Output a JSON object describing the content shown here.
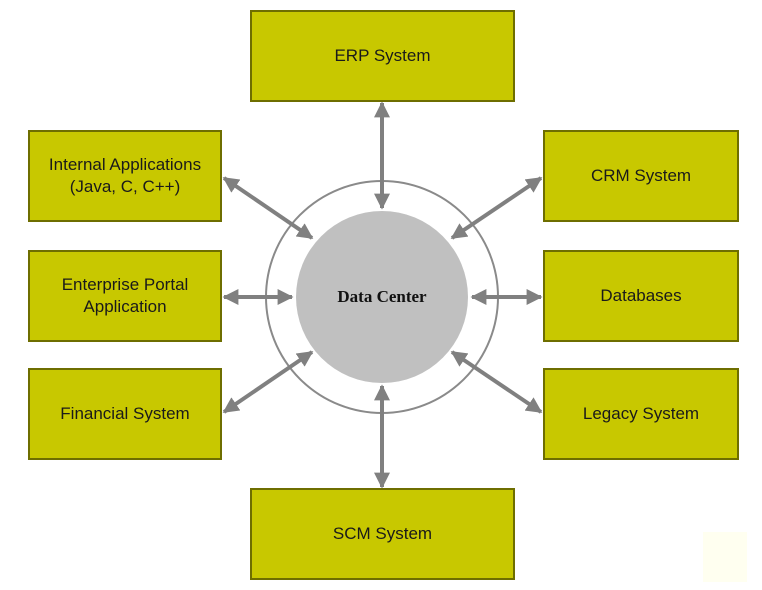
{
  "diagram": {
    "center": {
      "label": "Data Center"
    },
    "nodes": {
      "erp": "ERP System",
      "internal_apps": "Internal Applications\n(Java, C, C++)",
      "crm": "CRM System",
      "portal": "Enterprise Portal\nApplication",
      "databases": "Databases",
      "financial": "Financial System",
      "legacy": "Legacy System",
      "scm": "SCM System"
    },
    "colors": {
      "box_fill": "#c8c800",
      "box_border": "#6e6e00",
      "hub_fill": "#c0c0c0",
      "ring": "#8a8a8a",
      "arrow": "#808080"
    }
  }
}
